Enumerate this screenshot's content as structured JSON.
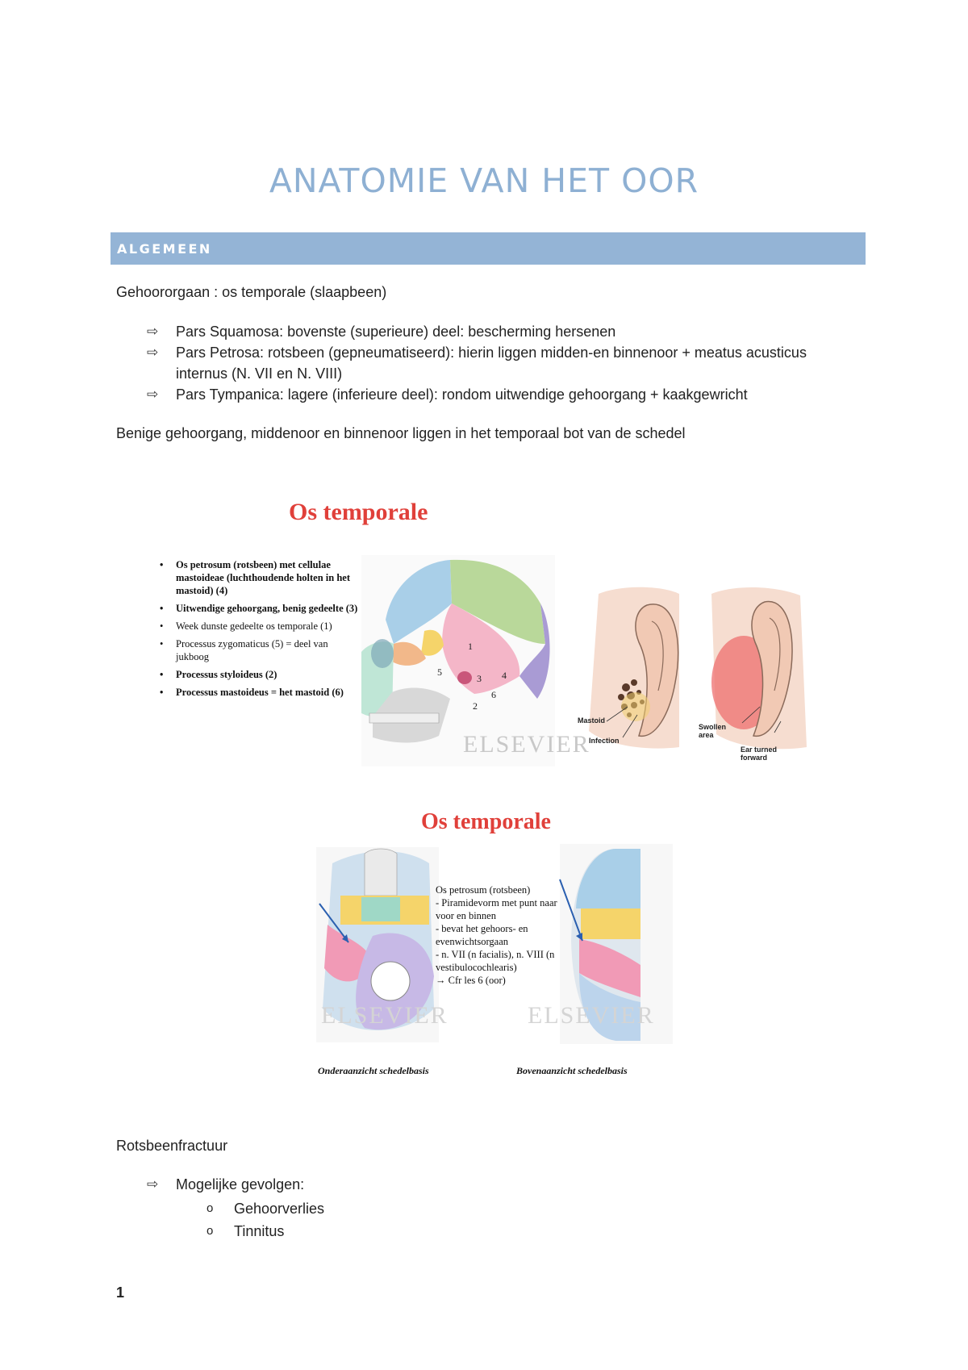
{
  "doc": {
    "title": "ANATOMIE VAN HET OOR",
    "section_heading": "ALGEMEEN",
    "intro": "Gehoororgaan : os temporale (slaapbeen)",
    "parts": [
      "Pars Squamosa: bovenste (superieure) deel: bescherming hersenen",
      "Pars Petrosa: rotsbeen (gepneumatiseerd): hierin liggen midden-en binnenoor + meatus acusticus internus (N. VII en N. VIII)",
      "Pars Tympanica: lagere (inferieure deel): rondom uitwendige gehoorgang + kaakgewricht"
    ],
    "summary": "Benige gehoorgang, middenoor en binnenoor liggen in het temporaal bot van de schedel",
    "fracture_title": "Rotsbeenfractuur",
    "consequences_label": "Mogelijke gevolgen:",
    "consequences": [
      "Gehoorverlies",
      "Tinnitus"
    ],
    "page_number": "1"
  },
  "figure1": {
    "title": "Os temporale",
    "bullets": [
      "Os petrosum (rotsbeen) met cellulae mastoideae (luchthoudende holten in het mastoid) (4)",
      "Uitwendige gehoorgang, benig gedeelte (3)",
      "Week dunste gedeelte os temporale (1)",
      "Processus zygomaticus (5) = deel van jukboog",
      "Processus styloideus (2)",
      "Processus mastoideus = het mastoid (6)"
    ],
    "skull_numbers": [
      "1",
      "5",
      "3",
      "4",
      "6",
      "2"
    ],
    "watermark": "ELSEVIER",
    "ear_labels": {
      "mastoid": "Mastoid",
      "infection": "Infection",
      "swollen": "Swollen area",
      "ear_turned": "Ear turned forward"
    }
  },
  "figure2": {
    "title": "Os temporale",
    "petrosum_lines": [
      "Os petrosum (rotsbeen)",
      "- Piramidevorm met punt naar voor en binnen",
      "- bevat het gehoors- en evenwichtsorgaan",
      "- n. VII (n facialis), n. VIII (n vestibulocochlearis)",
      "→ Cfr les 6 (oor)"
    ],
    "caption_left": "Onderaanzicht schedelbasis",
    "caption_right": "Bovenaanzicht schedelbasis",
    "watermark": "ELSEVIER"
  },
  "colors": {
    "title": "#8eb0d3",
    "section_bar": "#94b4d6",
    "figure_title": "#e0403a"
  }
}
